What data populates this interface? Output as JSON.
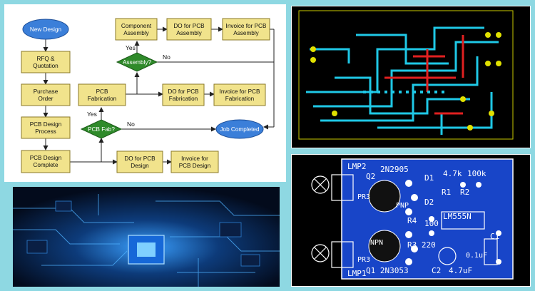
{
  "colors": {
    "background": "#8ed8e2",
    "box_fill": "#f1e38c",
    "box_stroke": "#8a7a2a",
    "diamond_fill": "#2f8a2a",
    "oval_fill": "#3b7fd9",
    "pcb_top_bg": "#000000",
    "trace_cyan": "#1fc8e6",
    "trace_red": "#e02020",
    "pad_yellow": "#e0e000",
    "pcb_blue": "#1845c8",
    "silk_white": "#ffffff"
  },
  "flowchart": {
    "start": "New Design",
    "rfq": [
      "RFQ &",
      "Quotation"
    ],
    "po": [
      "Purchase",
      "Order"
    ],
    "design_process": [
      "PCB Design",
      "Process"
    ],
    "design_complete": [
      "PCB Design",
      "Complete"
    ],
    "do_design": [
      "DO for PCB",
      "Design"
    ],
    "invoice_design": [
      "Invoice for",
      "PCB Design"
    ],
    "fab_decision": "PCB Fab?",
    "fab_yes": "Yes",
    "fab_no": "No",
    "fabrication": [
      "PCB",
      "Fabrication"
    ],
    "do_fab": [
      "DO for PCB",
      "Fabrication"
    ],
    "invoice_fab": [
      "Invoice for PCB",
      "Fabrication"
    ],
    "assembly_decision": "Assembly?",
    "assembly_yes": "Yes",
    "assembly_no": "No",
    "component_assembly": [
      "Component",
      "Assembly"
    ],
    "do_assembly": [
      "DO for PCB",
      "Assembly"
    ],
    "invoice_assembly": [
      "Invoice for PCB",
      "Assembly"
    ],
    "end": "Job Completed"
  },
  "pcb_bottom_labels": {
    "lmp2": "LMP2",
    "q2": "Q2",
    "q2_part": "2N2905",
    "d1": "D1",
    "r_47k": "4.7k",
    "r_100k": "100k",
    "pr3_top": "PR3",
    "pnp": "PNP",
    "r1": "R1",
    "r2": "R2",
    "d2": "D2",
    "ic": "LM555N",
    "r4": "R4",
    "r_100": "100",
    "npn": "NPN",
    "r3_220": "R3 220",
    "c1": "C1",
    "pr3_bottom": "PR3",
    "cap_01uf": "0.1uF",
    "lmp1": "LMP1",
    "q1_part": "Q1 2N3053",
    "c2": "C2",
    "cap_47uf": "4.7uF"
  }
}
